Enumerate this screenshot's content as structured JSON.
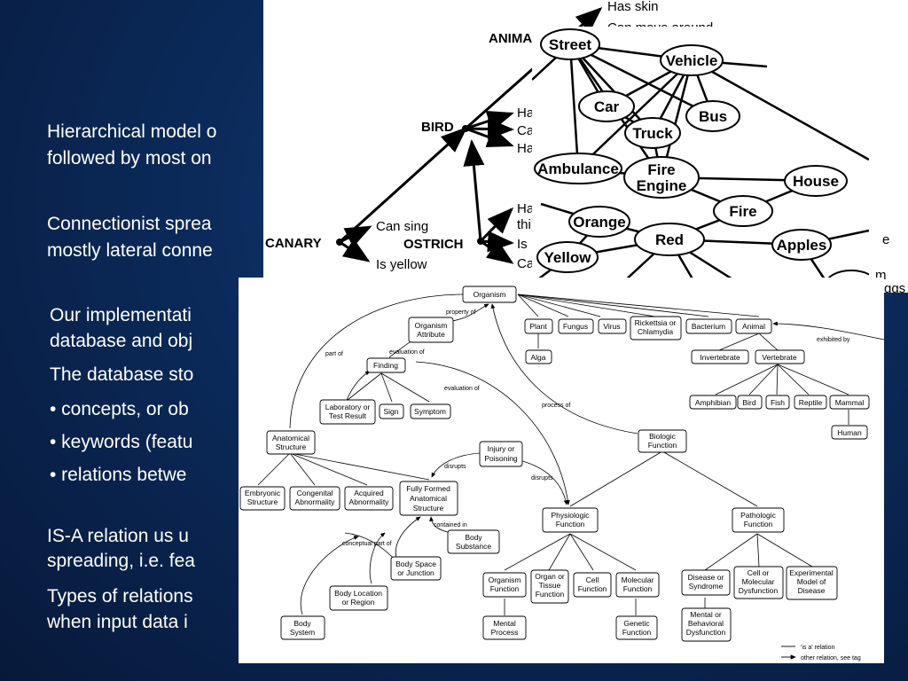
{
  "slide": {
    "lines": [
      "Hierarchical model o",
      "followed by most on",
      "Connectionist sprea",
      "mostly lateral conne",
      "Our implementati",
      "database and obj",
      "The database sto",
      "•  concepts, or ob",
      "•  keywords (featu",
      "•  relations betwe",
      "IS-A relation us u",
      "spreading, i.e. fea",
      "Types of relations",
      "when input data i"
    ]
  },
  "hierarchy": {
    "nodes": {
      "animal": "ANIMA",
      "bird": "BIRD",
      "canary": "CANARY",
      "ostrich": "OSTRICH"
    },
    "props": {
      "animal1": "Has skin",
      "animal2": "Can move around",
      "bird1": "Ha",
      "bird2": "Ca",
      "bird3": "Ha",
      "canary1": "Can sing",
      "canary2": "Is yellow",
      "ostrich1": "Ha",
      "ostrich1b": "thi",
      "ostrich2": "Is",
      "ostrich3": "Ca"
    },
    "edge_text": {
      "e": "e",
      "m": "m",
      "ggs": "ggs"
    }
  },
  "spreading": {
    "nodes": {
      "street": "Street",
      "vehicle": "Vehicle",
      "car": "Car",
      "bus": "Bus",
      "truck": "Truck",
      "ambulance": "Ambulance",
      "fire_engine_1": "Fire",
      "fire_engine_2": "Engine",
      "house": "House",
      "fire": "Fire",
      "orange": "Orange",
      "red": "Red",
      "apples": "Apples",
      "yellow": "Yellow"
    }
  },
  "umls": {
    "boxes": {
      "organism": "Organism",
      "organism_attribute_1": "Organism",
      "organism_attribute_2": "Attribute",
      "finding": "Finding",
      "lab_1": "Laboratory or",
      "lab_2": "Test Result",
      "sign": "Sign",
      "symptom": "Symptom",
      "plant": "Plant",
      "fungus": "Fungus",
      "virus": "Virus",
      "rickettsia_1": "Rickettsia or",
      "rickettsia_2": "Chlamydia",
      "bacterium": "Bacterium",
      "animal": "Animal",
      "alga": "Alga",
      "invertebrate": "Invertebrate",
      "vertebrate": "Vertebrate",
      "amphibian": "Amphibian",
      "bird": "Bird",
      "fish": "Fish",
      "reptile": "Reptile",
      "mammal": "Mammal",
      "human": "Human",
      "anatomical_1": "Anatomical",
      "anatomical_2": "Structure",
      "embryonic_1": "Embryonic",
      "embryonic_2": "Structure",
      "congenital_1": "Congenital",
      "congenital_2": "Abnormality",
      "acquired_1": "Acquired",
      "acquired_2": "Abnormality",
      "fully_1": "Fully Formed",
      "fully_2": "Anatomical",
      "fully_3": "Structure",
      "injury_1": "Injury or",
      "injury_2": "Poisoning",
      "biologic_1": "Biologic",
      "biologic_2": "Function",
      "physiologic_1": "Physiologic",
      "physiologic_2": "Function",
      "pathologic_1": "Pathologic",
      "pathologic_2": "Function",
      "body_substance_1": "Body",
      "body_substance_2": "Substance",
      "body_space_1": "Body Space",
      "body_space_2": "or Junction",
      "body_location_1": "Body Location",
      "body_location_2": "or Region",
      "body_system_1": "Body",
      "body_system_2": "System",
      "organism_function_1": "Organism",
      "organism_function_2": "Function",
      "organ_1": "Organ or",
      "organ_2": "Tissue",
      "organ_3": "Function",
      "cell_function_1": "Cell",
      "cell_function_2": "Function",
      "molecular_1": "Molecular",
      "molecular_2": "Function",
      "disease_1": "Disease or",
      "disease_2": "Syndrome",
      "cell_dys_1": "Cell or",
      "cell_dys_2": "Molecular",
      "cell_dys_3": "Dysfunction",
      "experimental_1": "Experimental",
      "experimental_2": "Model of",
      "experimental_3": "Disease",
      "mental_process_1": "Mental",
      "mental_process_2": "Process",
      "genetic_1": "Genetic",
      "genetic_2": "Function",
      "mental_dys_1": "Mental or",
      "mental_dys_2": "Behavioral",
      "mental_dys_3": "Dysfunction"
    },
    "edge_labels": {
      "property_of": "property of",
      "part_of": "part of",
      "evaluation_of_1": "evaluation of",
      "evaluation_of_2": "evaluation of",
      "process_of": "process of",
      "exhibited_by": "exhibited by",
      "disrupts_1": "disrupts",
      "disrupts_2": "disrupts",
      "contained_in": "contained in",
      "conceptual_part_of": "conceptual part of"
    },
    "legend": {
      "isa": "'is a' relation",
      "other": "other relation, see tag"
    }
  },
  "colors": {
    "text": "#ffffff",
    "background": "#0b2a5a"
  }
}
